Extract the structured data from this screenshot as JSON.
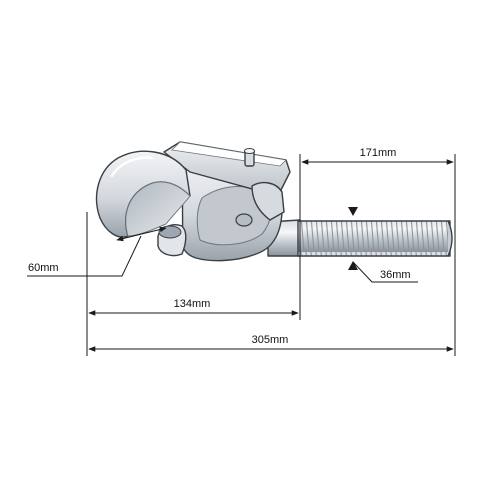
{
  "diagram": {
    "subject": "Quick release top link hook with threaded shank",
    "dimensions": {
      "overall_length": "305mm",
      "hook_length": "134mm",
      "thread_length": "171mm",
      "thread_diameter": "36mm",
      "hook_opening": "60mm"
    },
    "colors": {
      "metal_light": "#e9ecef",
      "metal_mid": "#bcc3ca",
      "metal_dark": "#7d868f",
      "outline": "#3a3f45",
      "dimension_line": "#1a1a1a"
    }
  }
}
